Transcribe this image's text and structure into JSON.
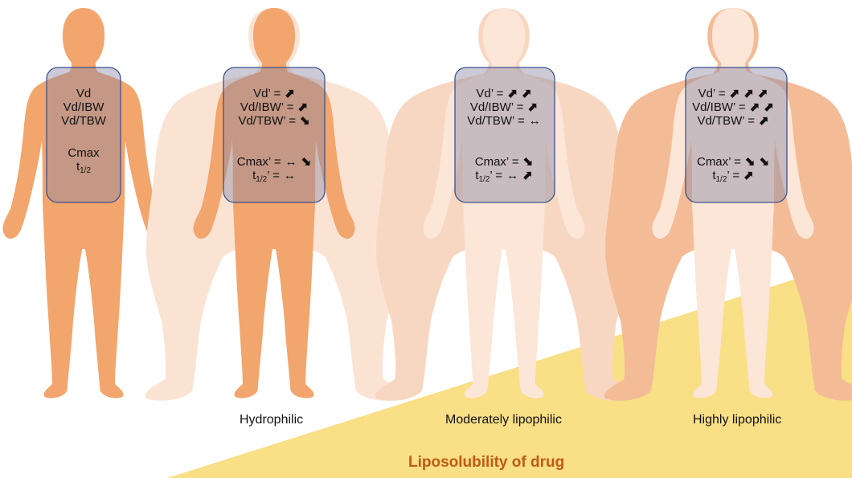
{
  "colors": {
    "body_solid": "#f2a56c",
    "body_light": "#fbe3d3",
    "body_obese_light": "#f8d7c2",
    "body_obese_strong": "#f3bc97",
    "body_inner_light": "#fbe6d8",
    "box_fill": "#8c8aa3",
    "box_stroke": "#3d5290",
    "wedge": "#f9df86",
    "axis_label": "#c05a14"
  },
  "panels": [
    {
      "id": "reference",
      "lines": [
        {
          "text": "Vd"
        },
        {
          "text": "Vd/IBW"
        },
        {
          "text": "Vd/TBW"
        },
        {
          "text": ""
        },
        {
          "text": "Cmax"
        },
        {
          "text": "t",
          "sub": "1/2"
        }
      ],
      "caption": ""
    },
    {
      "id": "hydrophilic",
      "lines": [
        {
          "text": "Vd’ =",
          "arrows": [
            "up"
          ]
        },
        {
          "text": "Vd/IBW’ =",
          "arrows": [
            "up"
          ]
        },
        {
          "text": "Vd/TBW’ =",
          "arrows": [
            "down"
          ]
        },
        {
          "text": ""
        },
        {
          "text": "Cmax’ =",
          "arrows": [
            "both",
            "down"
          ]
        },
        {
          "text": "t",
          "sub": "1/2",
          "suffix": "’ =",
          "arrows": [
            "both"
          ]
        }
      ],
      "caption": "Hydrophilic"
    },
    {
      "id": "moderately-lipophilic",
      "lines": [
        {
          "text": "Vd’ =",
          "arrows": [
            "up",
            "up"
          ]
        },
        {
          "text": "Vd/IBW’ =",
          "arrows": [
            "up"
          ]
        },
        {
          "text": "Vd/TBW’ =",
          "arrows": [
            "both"
          ]
        },
        {
          "text": ""
        },
        {
          "text": "Cmax’ =",
          "arrows": [
            "down"
          ]
        },
        {
          "text": "t",
          "sub": "1/2",
          "suffix": "’ =",
          "arrows": [
            "both",
            "up"
          ]
        }
      ],
      "caption": "Moderately lipophilic"
    },
    {
      "id": "highly-lipophilic",
      "lines": [
        {
          "text": "Vd’ =",
          "arrows": [
            "up",
            "up",
            "up"
          ]
        },
        {
          "text": "Vd/IBW’ =",
          "arrows": [
            "up",
            "up"
          ]
        },
        {
          "text": "Vd/TBW’ =",
          "arrows": [
            "up"
          ]
        },
        {
          "text": ""
        },
        {
          "text": "Cmax’ =",
          "arrows": [
            "down",
            "down"
          ]
        },
        {
          "text": "t",
          "sub": "1/2",
          "suffix": "’ =",
          "arrows": [
            "up"
          ]
        }
      ],
      "caption": "Highly lipophilic"
    }
  ],
  "axis_label": "Liposolubility of drug"
}
